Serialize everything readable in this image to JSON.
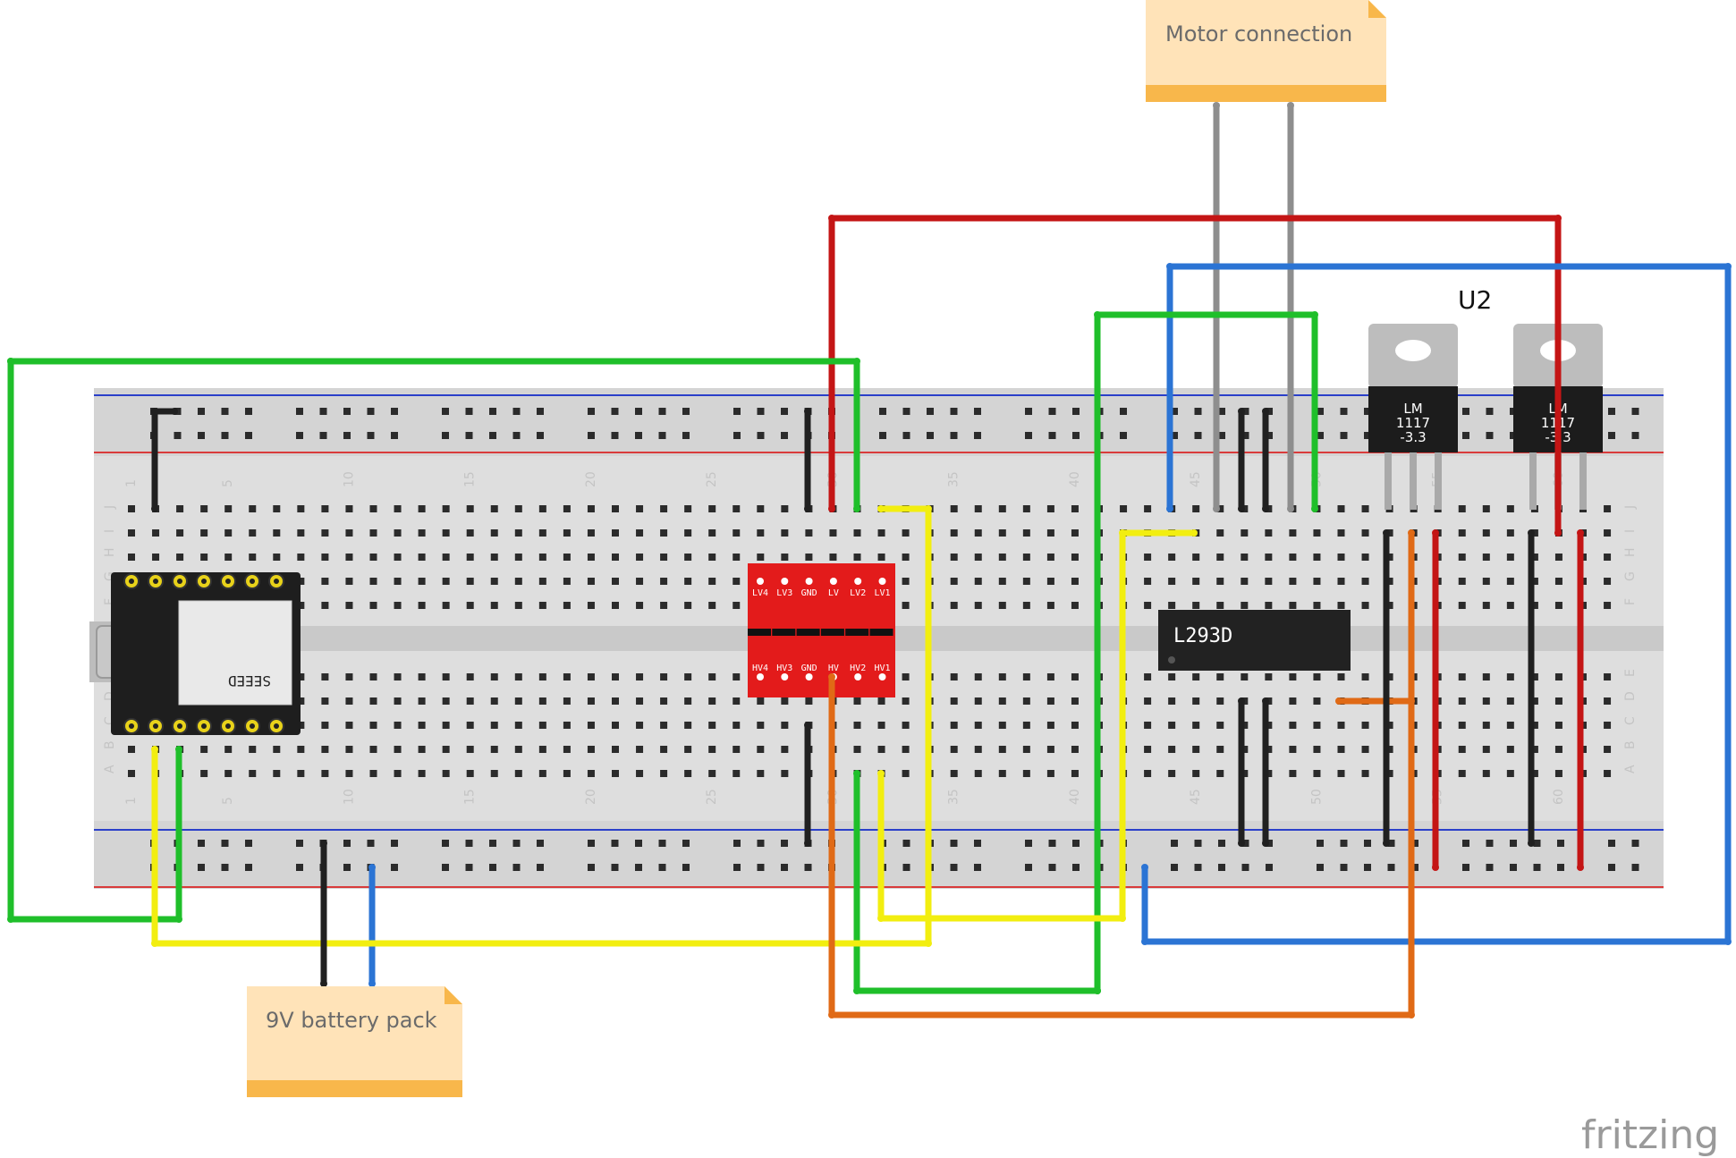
{
  "notes": {
    "motor": "Motor connection",
    "battery": "9V battery pack"
  },
  "parts": {
    "regulator_ref": "U2",
    "driver_ic": "L293D",
    "regulator_line1": "LM",
    "regulator_line2": "1117",
    "regulator_line3": "-3.3",
    "mcu_silk": "SEEED",
    "shifter_top_pins": [
      "LV4",
      "LV3",
      "GND",
      "LV",
      "LV2",
      "LV1"
    ],
    "shifter_bottom_pins": [
      "HV4",
      "HV3",
      "GND",
      "HV",
      "HV2",
      "HV1"
    ]
  },
  "breadboard": {
    "column_numbers": [
      "1",
      "5",
      "10",
      "15",
      "20",
      "25",
      "30",
      "35",
      "40",
      "45",
      "50",
      "55",
      "60"
    ],
    "row_letters_top": [
      "J",
      "I",
      "H",
      "G",
      "F"
    ],
    "row_letters_bottom": [
      "E",
      "D",
      "C",
      "B",
      "A"
    ]
  },
  "brand": "fritzing",
  "colors": {
    "wire_red": "#c41515",
    "wire_green": "#1fbf2a",
    "wire_blue": "#2b74d4",
    "wire_yellow": "#f2ee10",
    "wire_orange": "#e06a16",
    "wire_black": "#202020",
    "wire_gray": "#8e8e8e",
    "breadboard": "#dedede",
    "level_shifter": "#e31b1b",
    "note_fill": "#ffe3b8",
    "note_band": "#f8b74b"
  }
}
